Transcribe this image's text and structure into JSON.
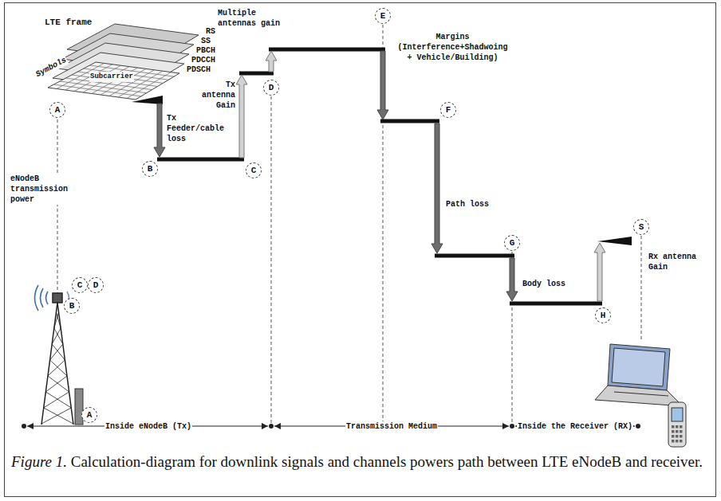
{
  "diagram": {
    "caption": "Figure 1. Calculation-diagram for downlink signals and channels powers path between LTE eNodeB and receiver.",
    "nodes": [
      {
        "text": [
          "A"
        ]
      },
      {
        "text": [
          "B"
        ]
      },
      {
        "text": [
          "C"
        ]
      },
      {
        "text": [
          "D"
        ]
      },
      {
        "text": [
          "E"
        ]
      },
      {
        "text": [
          "F"
        ]
      },
      {
        "text": [
          "G"
        ]
      },
      {
        "text": [
          "H"
        ]
      },
      {
        "text": [
          "S"
        ]
      },
      {
        "text": [
          "C"
        ]
      },
      {
        "text": [
          "D"
        ]
      },
      {
        "text": [
          "B"
        ]
      },
      {
        "text": [
          "A"
        ]
      }
    ],
    "labels": [
      "LTE frame",
      "Symbols",
      "Subcarrier",
      "RS",
      "SS",
      "PBCH",
      "PDCCH",
      "PDSCH",
      "eNodeB transmission power",
      "Tx Feeder/cable loss",
      "Tx antenna Gain",
      "Multiple antennas gain",
      "Margins (Interference+Shadwoing + Vehicle/Building)",
      "Path loss",
      "Body loss",
      "Rx antenna Gain",
      "Inside eNodeB (Tx)",
      "Transmission Medium",
      "Inside the Receiver (RX)"
    ]
  }
}
